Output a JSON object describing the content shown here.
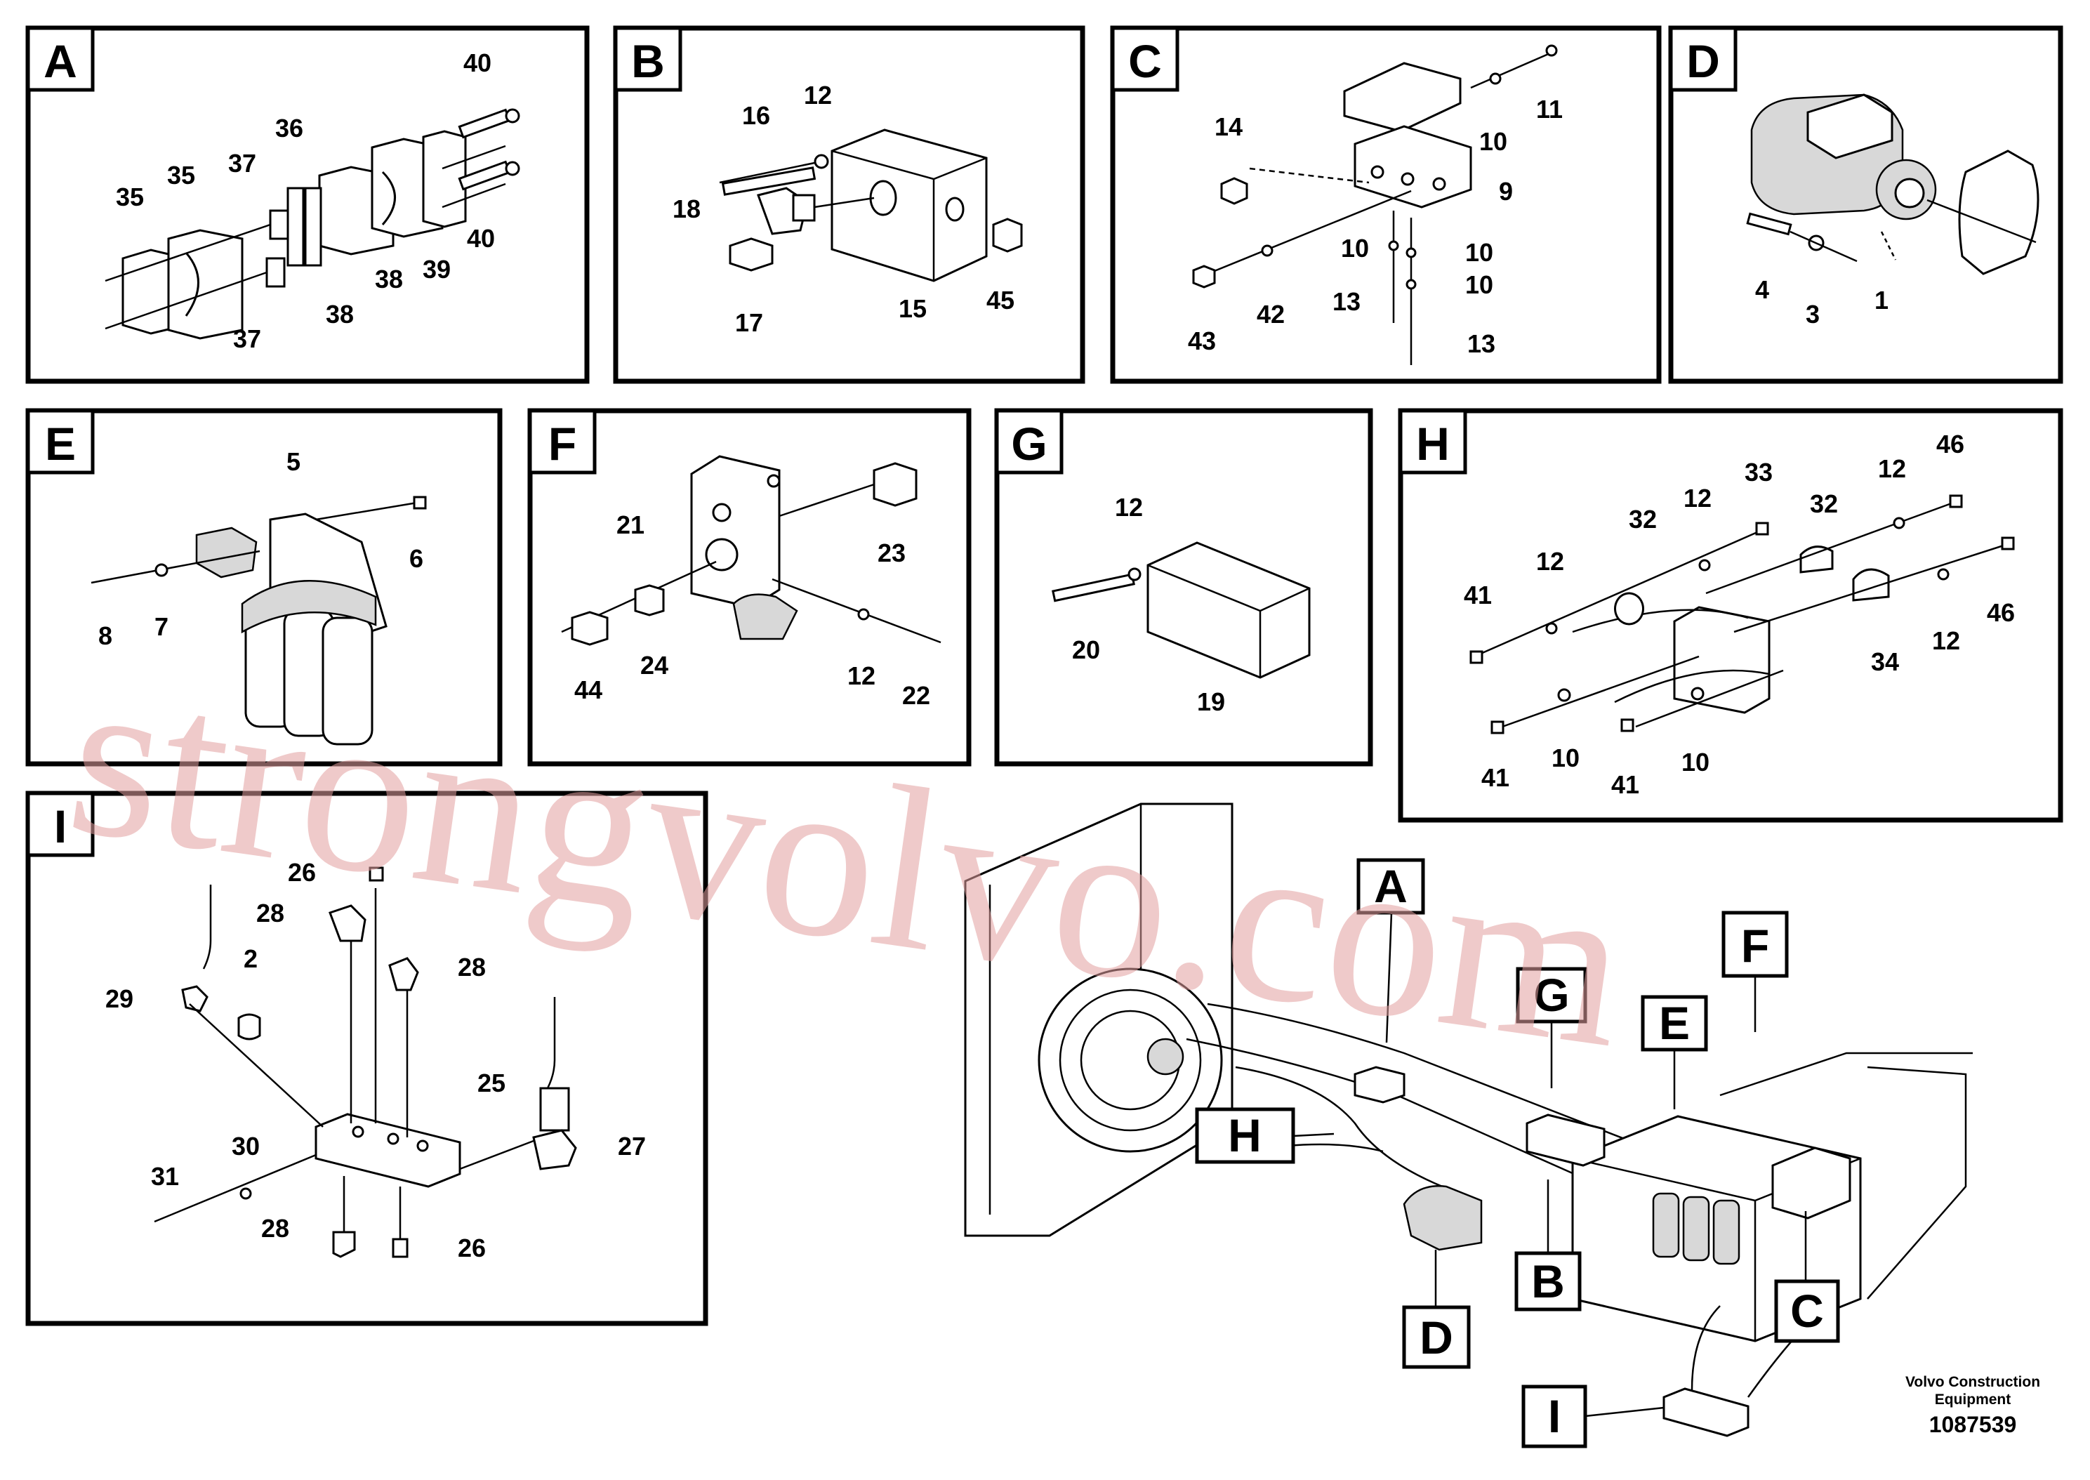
{
  "panels": [
    {
      "letter": "A",
      "labels": [
        "40",
        "36",
        "35",
        "37",
        "35",
        "40",
        "39",
        "38",
        "38",
        "37"
      ]
    },
    {
      "letter": "B",
      "labels": [
        "16",
        "12",
        "18",
        "17",
        "15",
        "45"
      ]
    },
    {
      "letter": "C",
      "labels": [
        "11",
        "14",
        "10",
        "9",
        "10",
        "10",
        "10",
        "43",
        "42",
        "13",
        "13"
      ]
    },
    {
      "letter": "D",
      "labels": [
        "4",
        "3",
        "1"
      ]
    },
    {
      "letter": "E",
      "labels": [
        "5",
        "6",
        "8",
        "7"
      ]
    },
    {
      "letter": "F",
      "labels": [
        "21",
        "23",
        "44",
        "24",
        "12",
        "22"
      ]
    },
    {
      "letter": "G",
      "labels": [
        "12",
        "20",
        "19"
      ]
    },
    {
      "letter": "H",
      "labels": [
        "46",
        "12",
        "33",
        "32",
        "32",
        "12",
        "41",
        "12",
        "46",
        "12",
        "34",
        "41",
        "10",
        "41",
        "10"
      ]
    },
    {
      "letter": "I",
      "labels": [
        "26",
        "28",
        "2",
        "28",
        "29",
        "25",
        "27",
        "31",
        "30",
        "28",
        "26"
      ]
    }
  ],
  "overview": {
    "callouts": [
      "A",
      "G",
      "F",
      "E",
      "H",
      "B",
      "D",
      "C",
      "I"
    ]
  },
  "footer": {
    "company_line1": "Volvo Construction",
    "company_line2": "Equipment",
    "drawing_number": "1087539"
  },
  "watermark": "strongvolvo.com"
}
